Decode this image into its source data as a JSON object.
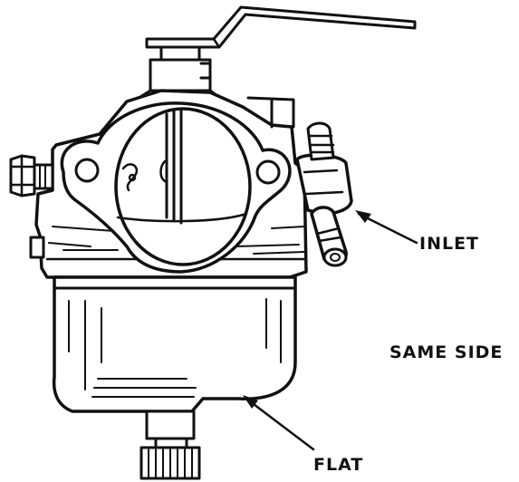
{
  "labels": {
    "inlet": "INLET",
    "same_side": "SAME SIDE",
    "flat": "FLAT"
  },
  "colors": {
    "ink": "#111111",
    "background": "#ffffff"
  }
}
